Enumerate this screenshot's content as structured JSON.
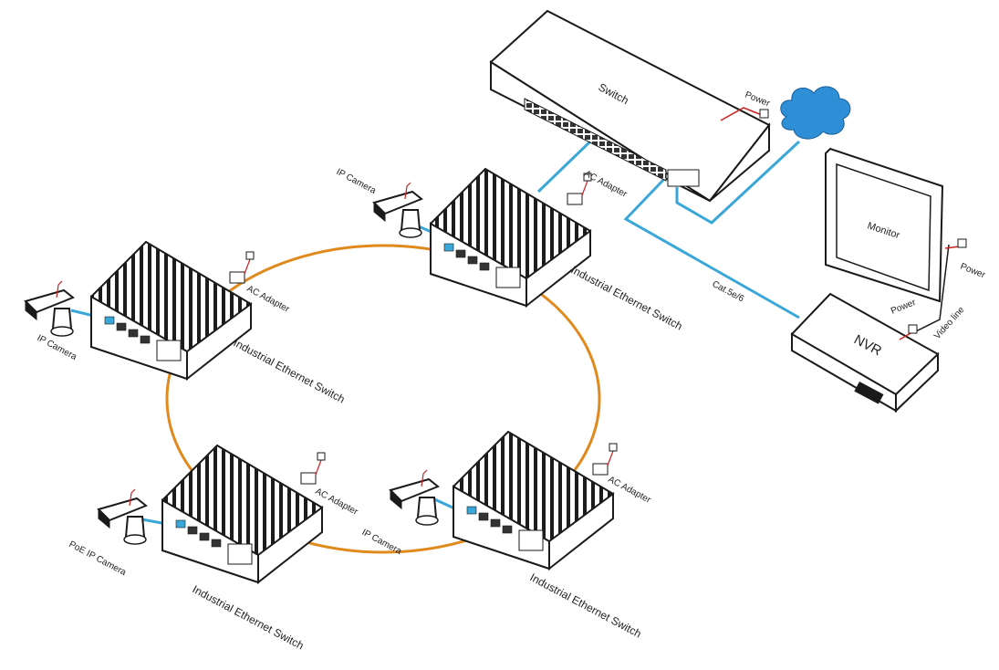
{
  "colors": {
    "ring": "#e08a1e",
    "lan_cable": "#3aa7d8",
    "power_cord": "#cc2222",
    "cloud": "#2f8fd6",
    "outline": "#1a1a1a"
  },
  "labels": {
    "switch": "Switch",
    "monitor": "Monitor",
    "nvr": "NVR",
    "cable": "Cat.5e/6",
    "video_line": "Video line",
    "power": "Power",
    "ac_adapter": "AC Adapter",
    "ip_camera": "IP Camera",
    "poe_ip_camera": "PoE IP Camera",
    "industrial_switch": "Industrial Ethernet Switch"
  },
  "icons": {
    "camera": "ptz-camera-icon",
    "cloud": "internet-cloud-icon",
    "adapter": "ac-adapter-icon",
    "outlet": "power-outlet-icon"
  }
}
